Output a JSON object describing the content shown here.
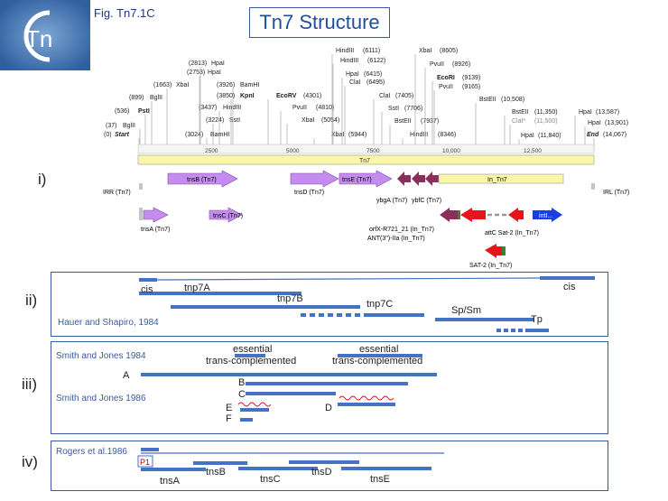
{
  "header": {
    "fig_label": "Fig. Tn7.1C",
    "title": "Tn7 Structure",
    "logo_text": "Tn"
  },
  "map": {
    "sites_left": [
      {
        "pos": "(0)",
        "name": "Start",
        "bold": true
      },
      {
        "pos": "(37)",
        "name": "BglII"
      },
      {
        "pos": "(536)",
        "name": "PstI",
        "bold": true
      },
      {
        "pos": "(899)",
        "name": "BglII"
      },
      {
        "pos": "(1663)",
        "name": "XbaI"
      },
      {
        "pos": "(2753)",
        "name": "HpaI"
      },
      {
        "pos": "(2813)",
        "name": "HpaI"
      },
      {
        "pos": "(3024)",
        "name": "BamHI"
      },
      {
        "pos": "(3224)",
        "name": "SstI"
      },
      {
        "pos": "(3437)",
        "name": "HindIII"
      },
      {
        "pos": "(3850)",
        "name": "KpnI",
        "bold": true
      },
      {
        "pos": "(3926)",
        "name": "BamHI"
      }
    ],
    "sites_mid": [
      {
        "pos": "(4301)",
        "name": "EcoRV",
        "bold": true
      },
      {
        "pos": "(4810)",
        "name": "PvuII"
      },
      {
        "pos": "(5054)",
        "name": "XbaI"
      },
      {
        "pos": "(5944)",
        "name": "XbaI"
      },
      {
        "pos": "(6111)",
        "name": "HindIII"
      },
      {
        "pos": "(6122)",
        "name": "HindIII"
      },
      {
        "pos": "(6415)",
        "name": "HpaI"
      },
      {
        "pos": "(6495)",
        "name": "ClaI"
      },
      {
        "pos": "(7405)",
        "name": "ClaI"
      },
      {
        "pos": "(7706)",
        "name": "SstI"
      },
      {
        "pos": "(7937)",
        "name": "BstEII"
      },
      {
        "pos": "(8346)",
        "name": "HindIII"
      }
    ],
    "sites_right": [
      {
        "pos": "(8605)",
        "name": "XbaI"
      },
      {
        "pos": "(8926)",
        "name": "PvuII"
      },
      {
        "pos": "(9139)",
        "name": "EcoRI",
        "bold": true
      },
      {
        "pos": "(9165)",
        "name": "PvuII"
      },
      {
        "pos": "(10,508)",
        "name": "BstEII"
      },
      {
        "pos": "(11,350)",
        "name": "BstEII"
      },
      {
        "pos": "(11,500)",
        "name": "ClaI*"
      },
      {
        "pos": "(11,840)",
        "name": "HpaI"
      },
      {
        "pos": "(13,587)",
        "name": "HpaI"
      },
      {
        "pos": "(13,901)",
        "name": "HpaI"
      },
      {
        "pos": "(14,067)",
        "name": "End",
        "bold": true
      }
    ],
    "ruler_ticks": [
      "2500",
      "5000",
      "7500",
      "10,000",
      "12,500"
    ],
    "bar_label": "Tn7"
  },
  "features": {
    "tnsB": "tnsB (Tn7)",
    "tnsD": "tnsD (Tn7)",
    "tnsE": "tnsE (Tn7)",
    "in_tn7": "In_Tn7",
    "irr": "IRR (Tn7)",
    "irl": "IRL (Tn7)",
    "ybgA": "ybgA (Tn7)",
    "ybfC": "ybfC (Tn7)",
    "tnsA": "tnsA (Tn7)",
    "tnsC": "tnsC (Tn7)",
    "orfx": "orfX-R721_21 (In_Tn7)",
    "ant": "ANT(3'')-IIa (In_Tn7)",
    "attc": "attC Sat-2 (In_Tn7)",
    "intI": "intI...",
    "sat2": "SAT-2 (In_Tn7)"
  },
  "panels": {
    "i": "i)",
    "ii": {
      "roman": "ii)",
      "cis_left": "cis",
      "cis_right": "cis",
      "tnp7A": "tnp7A",
      "tnp7B": "tnp7B",
      "tnp7C": "tnp7C",
      "spsm": "Sp/Sm",
      "tp": "Tp",
      "ref": "Hauer and Shapiro, 1984"
    },
    "iii": {
      "roman": "iii)",
      "ref1": "Smith and Jones 1984",
      "ref2": "Smith and Jones 1986",
      "essential1": "essential",
      "trans1": "trans-complemented",
      "essential2": "essential",
      "trans2": "trans-complemented",
      "A": "A",
      "B": "B",
      "C": "C",
      "D": "D",
      "E": "E",
      "F": "F"
    },
    "iv": {
      "roman": "iv)",
      "ref": "Rogers et al.1986",
      "p1": "P1",
      "tnsA": "tnsA",
      "tnsB": "tnsB",
      "tnsC": "tnsC",
      "tnsD": "tnsD",
      "tnsE": "tnsE"
    }
  },
  "colors": {
    "accent": "#1f4e9b",
    "line_blue": "#4472c4",
    "purple": "#c58cf0",
    "maroon": "#8b2f5a",
    "red": "#e8141c",
    "yellow": "#fbf7a8",
    "green": "#2f8a2f"
  }
}
